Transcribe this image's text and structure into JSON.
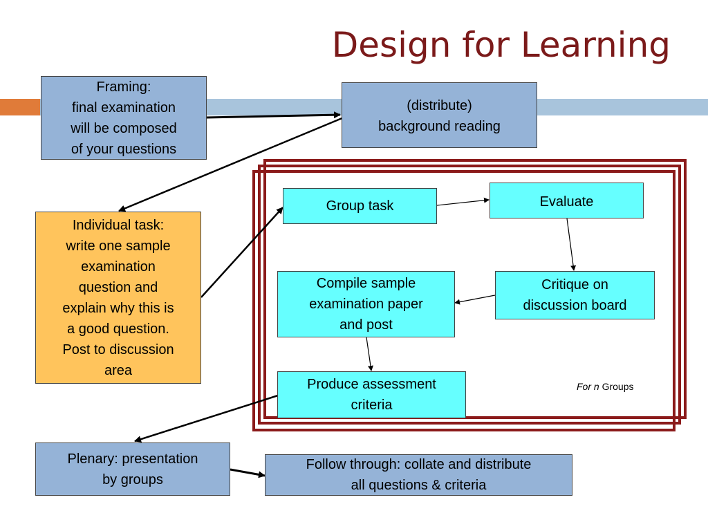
{
  "title": "Design for Learning",
  "boxes": {
    "framing": {
      "line1": "Framing:",
      "line2": "final examination",
      "line3": "will be composed",
      "line4": "of your questions"
    },
    "background": {
      "line1": "(distribute)",
      "line2": "background reading"
    },
    "individual": {
      "line1": "Individual task:",
      "line2": "write one sample",
      "line3": "examination",
      "line4": "question and",
      "line5": "explain why this is",
      "line6": "a good question.",
      "line7": "Post to discussion",
      "line8": "area"
    },
    "group_task": {
      "label": "Group task"
    },
    "evaluate": {
      "label": "Evaluate"
    },
    "compile": {
      "line1": "Compile sample",
      "line2": "examination paper",
      "line3": "and post"
    },
    "critique": {
      "line1": "Critique on",
      "line2": "discussion board"
    },
    "produce": {
      "line1": "Produce assessment",
      "line2": "criteria"
    },
    "plenary": {
      "line1": "Plenary: presentation",
      "line2": "by groups"
    },
    "follow": {
      "line1": "Follow through: collate and distribute",
      "line2": "all questions & criteria"
    }
  },
  "note": {
    "prefix": "For n",
    "suffix": " Groups"
  },
  "colors": {
    "title": "#7b1a1a",
    "band_orange": "#e07b39",
    "band_blue": "#a8c4dc",
    "frame": "#8b1a1a",
    "box_blue": "#95b3d7",
    "box_cyan": "#66ffff",
    "box_orange": "#ffc45c"
  }
}
